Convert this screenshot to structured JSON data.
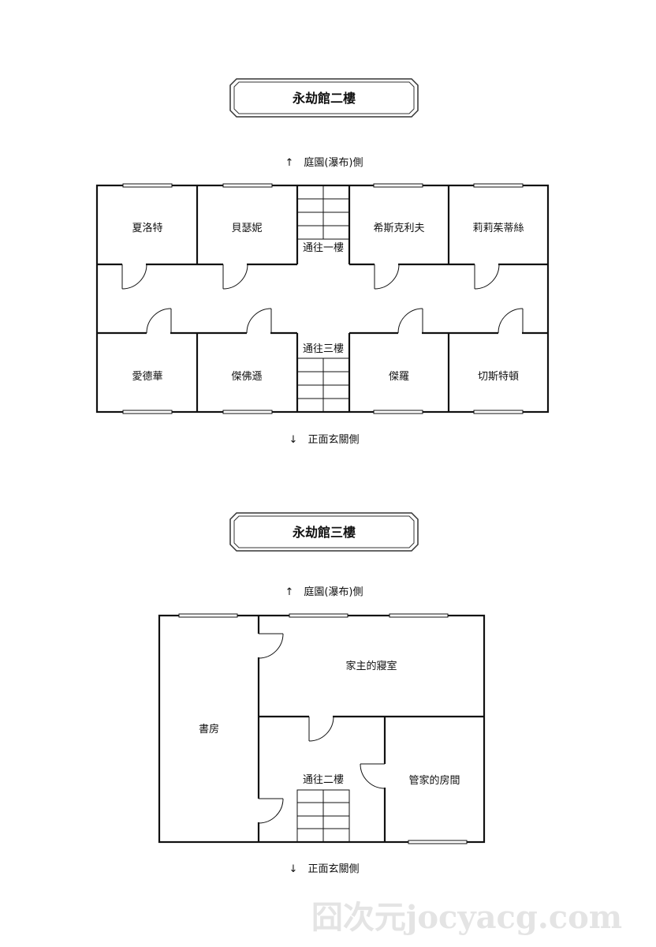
{
  "floors": [
    {
      "title": "永劫館二樓",
      "top_direction": "↑　庭園(瀑布)側",
      "bottom_direction": "↓　正面玄關側",
      "rooms": {
        "r1": "夏洛特",
        "r2": "貝瑟妮",
        "r3": "希斯克利夫",
        "r4": "莉莉茱蒂絲",
        "r5": "愛德華",
        "r6": "傑佛遜",
        "r7": "傑羅",
        "r8": "切斯特頓"
      },
      "stairs_down": "通往一樓",
      "stairs_up": "通往三樓"
    },
    {
      "title": "永劫館三樓",
      "top_direction": "↑　庭園(瀑布)側",
      "bottom_direction": "↓　正面玄關側",
      "rooms": {
        "study": "書房",
        "master": "家主的寢室",
        "butler": "管家的房間"
      },
      "stairs_down": "通往二樓"
    }
  ],
  "watermark": "囧次元jocyacg.com"
}
